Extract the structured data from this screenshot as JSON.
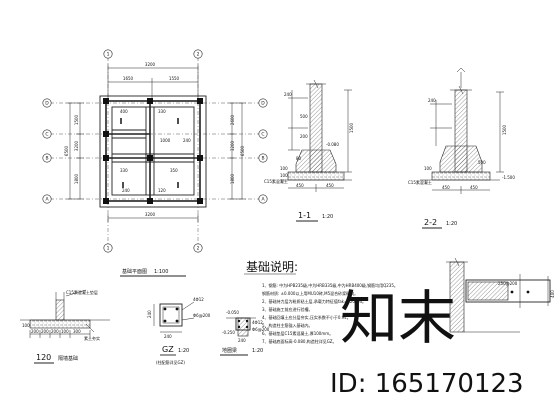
{
  "plan": {
    "title": "基础平面图",
    "scale": "1:100",
    "axes_left": [
      "D",
      "C",
      "B",
      "A"
    ],
    "axes_right": [
      "D",
      "C",
      "B",
      "A"
    ],
    "axes_top": [
      "1",
      "2"
    ],
    "axes_bottom": [
      "1",
      "2"
    ],
    "dims": {
      "top_total": "3200",
      "top_left": "1650",
      "top_right": "1550",
      "bottom_total": "3200",
      "inner": [
        "400",
        "330",
        "1000",
        "330",
        "240",
        "120",
        "350",
        "240"
      ],
      "left_side": [
        "1500",
        "3200",
        "1800",
        "6500"
      ],
      "right_side": [
        "2600",
        "3200",
        "1800",
        "6500"
      ]
    }
  },
  "section_11": {
    "label": "1-1",
    "scale": "1:20",
    "dims": [
      "240",
      "1500",
      "450",
      "450",
      "100",
      "100",
      "80",
      "-0.080",
      "C15素混凝土",
      "500",
      "200"
    ]
  },
  "section_22": {
    "label": "2-2",
    "scale": "1:20",
    "dims": [
      "240",
      "1500",
      "450",
      "450",
      "100",
      "-1.500",
      "C15素混凝土",
      "500"
    ]
  },
  "notes": {
    "title": "基础说明:",
    "lines": [
      "1、钢筋: 中为HPB235级,中为HRB335级,中为HRB400级,钢筋均用Q235。",
      "   钢筋材质: ±0.000以上用MU10砖,M5混合砂浆砌筑。",
      "2、基础持力层为粉质粘土层,承载力特征值fak=120kPa。",
      "3、基础施工前应进行验槽。",
      "4、基础回填土应分层夯实,压实系数不小于0.94。",
      "5、构造柱主筋锚入基础内。",
      "6、基础垫层C15素混凝土,厚100mm。",
      "7、基础底面标高-0.080,构造柱详见GZ。"
    ]
  },
  "detail_120": {
    "label": "120",
    "title": "隔墙基础",
    "callout": "C15素混凝土垫层",
    "right_note": "素土夯实",
    "dims": [
      "200",
      "200",
      "200",
      "100",
      "300",
      "100"
    ]
  },
  "detail_gz": {
    "label": "GZ",
    "scale": "1:20",
    "subtitle": "(柱配筋详见GZ)",
    "dims": [
      "4Φ12",
      "Φ6@200",
      "240",
      "240"
    ]
  },
  "detail_beam": {
    "title": "地圈梁",
    "scale": "1:20",
    "dims": [
      "-0.050",
      "-0.250",
      "4Φ12",
      "Φ6@200",
      "240"
    ]
  },
  "detail_br": {
    "dims": [
      "250@200",
      "400"
    ]
  },
  "watermark": {
    "text": "知末",
    "id_text": "ID: 165170123"
  }
}
